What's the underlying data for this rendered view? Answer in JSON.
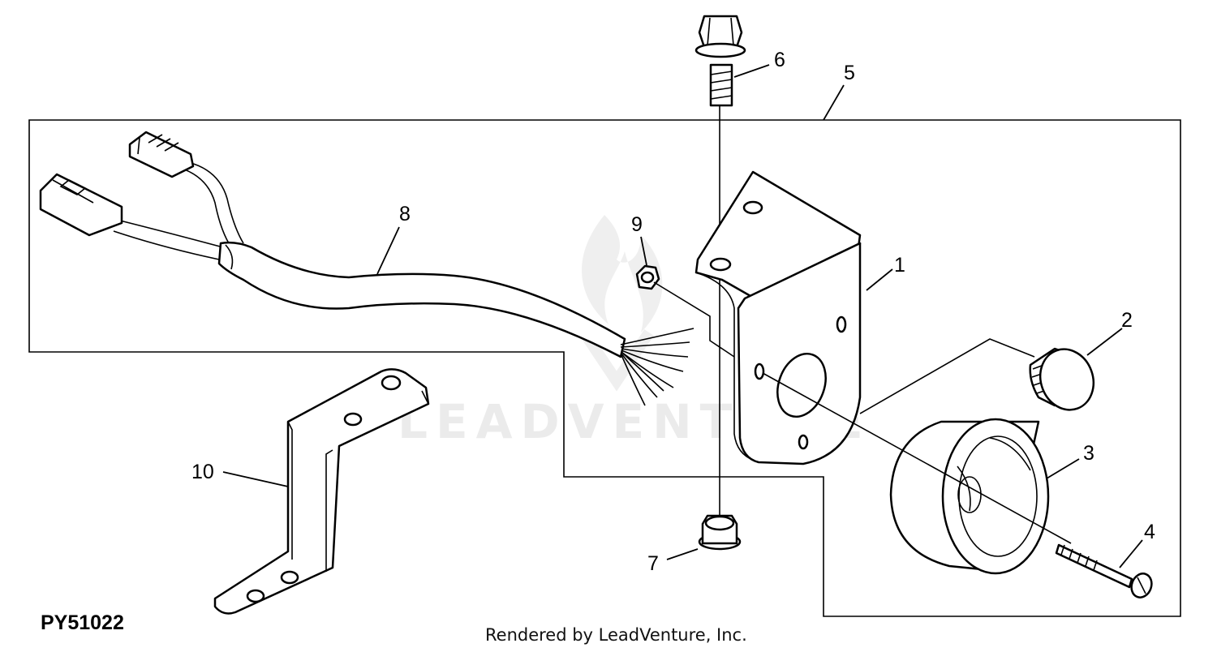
{
  "diagram": {
    "figure_code": "PY51022",
    "footer": "Rendered by LeadVenture, Inc.",
    "watermark": "LEADVENTURE",
    "callouts": {
      "c1": "1",
      "c2": "2",
      "c3": "3",
      "c4": "4",
      "c5": "5",
      "c6": "6",
      "c7": "7",
      "c8": "8",
      "c9": "9",
      "c10": "10"
    }
  }
}
